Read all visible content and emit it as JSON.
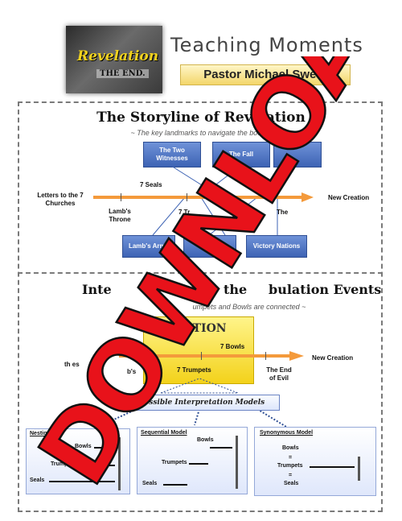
{
  "header": {
    "thumbnail_word1": "Revelation",
    "thumbnail_word2": "THE END.",
    "title": "Teaching Moments",
    "presenter": "Pastor Michael Sweet"
  },
  "section1": {
    "title": "The Storyline of Revelation",
    "subtitle": "~ The key landmarks to navigate the book ~",
    "top_boxes": [
      "The Two Witnesses",
      "The Fall",
      ""
    ],
    "bottom_boxes": [
      "Lamb's Army",
      "of Spe",
      "Victory Nations"
    ],
    "labels": {
      "seals": "7 Seals",
      "letters": "Letters to the 7 Churches",
      "throne": "Lamb's Throne",
      "trumpets_partial": "7 Tr",
      "the_partial": "The",
      "new_creation": "New Creation"
    }
  },
  "section2": {
    "title_left": "Inte",
    "title_mid": "the",
    "title_right": "bulation Events",
    "subtitle": "umpets and Bowls are connected ~",
    "revelation_partial": "ELATION",
    "bowls": "7 Bowls",
    "trumpets": "7 Trumpets",
    "new_creation": "New Creation",
    "end_of_evil": "The End of Evil",
    "left_partial_to": "to",
    "left_partial_thes": "th          es",
    "left_partial_bs": "b's",
    "models_header": "Possible Interpretation Models",
    "models": [
      {
        "title": "Nesting Do",
        "bowls": "Bowls",
        "trumpets": "Trumpets",
        "seals": "Seals"
      },
      {
        "title": "Sequential Model",
        "bowls": "Bowls",
        "trumpets": "Trumpets",
        "seals": "Seals"
      },
      {
        "title": "Synonymous Model",
        "bowls": "Bowls",
        "eq1": "=",
        "trumpets": "Trumpets",
        "eq2": "=",
        "seals": "Seals"
      }
    ]
  },
  "watermark": "DOWNLOAD",
  "colors": {
    "accent_orange": "#f49a3b",
    "box_blue": "#4a6fc0",
    "revelation_yellow": "#f3d21b",
    "watermark_red": "#e8121a"
  }
}
